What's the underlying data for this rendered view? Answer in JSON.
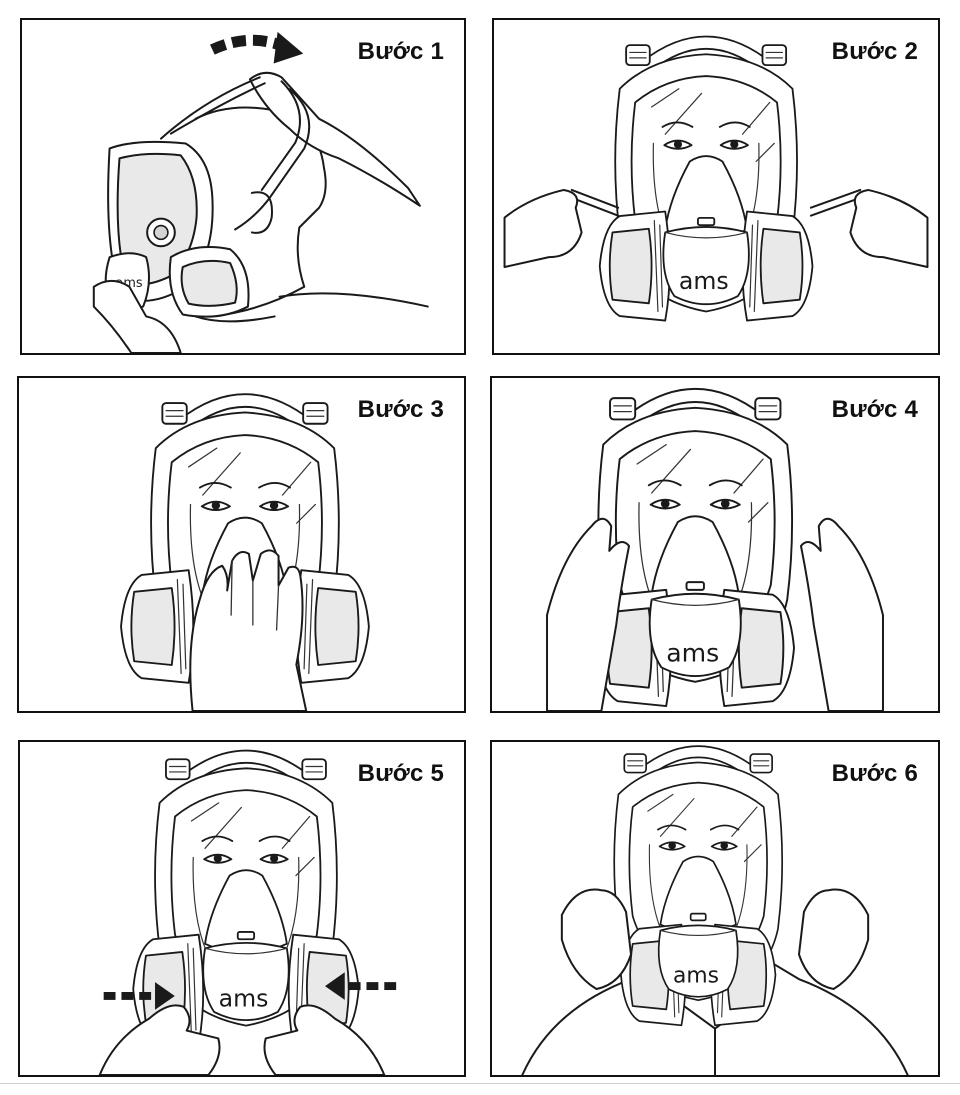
{
  "steps": [
    {
      "label": "Bước 1"
    },
    {
      "label": "Bước 2"
    },
    {
      "label": "Bước 3"
    },
    {
      "label": "Bước 4"
    },
    {
      "label": "Bước 5"
    },
    {
      "label": "Bước 6"
    }
  ],
  "brand": "ams",
  "icons": [
    "curved-arrow-icon",
    "push-arrow-icon",
    "full-face-respirator-icon",
    "hand-icon"
  ]
}
